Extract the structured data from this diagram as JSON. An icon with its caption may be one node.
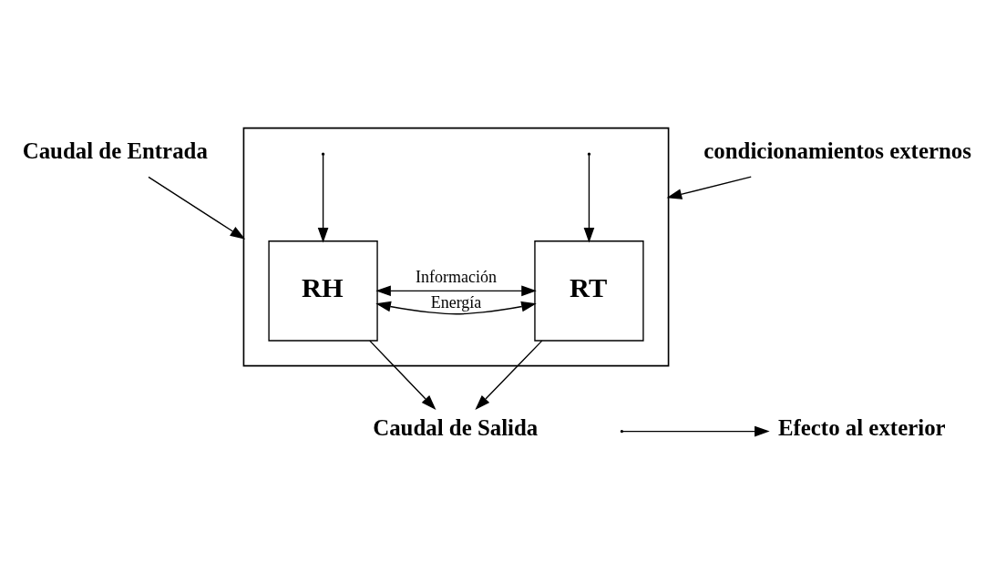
{
  "diagram": {
    "nodes": [
      {
        "text": [
          "Caudal de Entrada"
        ]
      },
      {
        "text": [
          "condicionamientos externos"
        ]
      },
      {
        "text": [],
        "shape": "box"
      },
      {
        "text": [
          "RH"
        ],
        "in": 2
      },
      {
        "text": [
          "RT"
        ],
        "in": 2
      },
      {
        "text": [
          "Caudal de Salida"
        ]
      },
      {
        "text": [
          "Efecto al exterior"
        ]
      }
    ],
    "edges": [
      {
        "from": 0,
        "to": 2,
        "arrow": "to"
      },
      {
        "from": 1,
        "to": 2,
        "arrow": "to"
      },
      {
        "from": null,
        "to": 3,
        "arrow": "to"
      },
      {
        "from": null,
        "to": 4,
        "arrow": "to"
      },
      {
        "from": 3,
        "to": 4,
        "arrow": "both",
        "label": "Información"
      },
      {
        "from": 3,
        "to": 4,
        "arrow": "both",
        "label": "Energía"
      },
      {
        "from": 3,
        "to": 5,
        "arrow": "to"
      },
      {
        "from": 4,
        "to": 5,
        "arrow": "to"
      },
      {
        "from": null,
        "to": 6,
        "arrow": "to"
      }
    ]
  }
}
